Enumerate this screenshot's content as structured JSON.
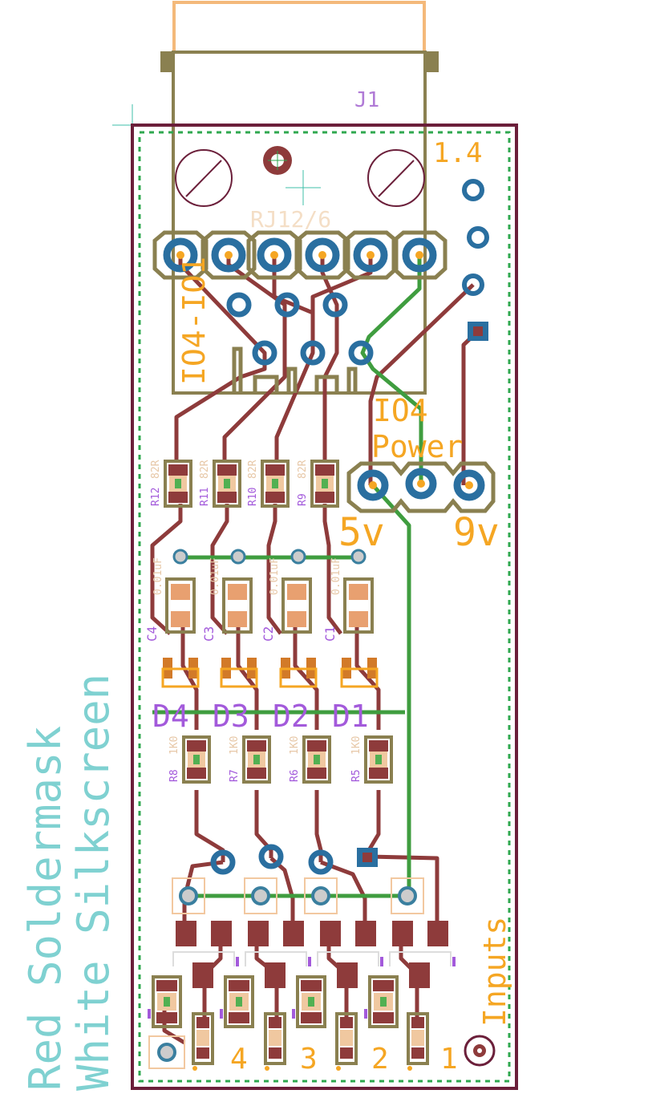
{
  "labels": {
    "j1": "J1",
    "rj": "RJ12/6",
    "v14": "1.4",
    "io_range": "IO4-IO1",
    "io4_power": "IO4\nPower",
    "io4": "IO4",
    "power": "Power",
    "v5": "5v",
    "v9": "9v",
    "d4": "D4",
    "d3": "D3",
    "d2": "D2",
    "d1": "D1",
    "n4": "4",
    "n3": "3",
    "n2": "2",
    "n1": "1",
    "inputs": "Inputs",
    "soldermask": "Red Soldermask",
    "silkscreen": "White Silkscreen"
  },
  "resistors_top": [
    {
      "name": "R12",
      "value": "82R"
    },
    {
      "name": "R11",
      "value": "82R"
    },
    {
      "name": "R10",
      "value": "82R"
    },
    {
      "name": "R9",
      "value": "82R"
    }
  ],
  "capacitors": [
    {
      "name": "C4",
      "value": "0.01uF"
    },
    {
      "name": "C3",
      "value": "0.01uF"
    },
    {
      "name": "C2",
      "value": "0.01uF"
    },
    {
      "name": "C1",
      "value": "0.01uF"
    }
  ],
  "resistors_mid": [
    {
      "name": "R8",
      "value": "1K0"
    },
    {
      "name": "R7",
      "value": "1K0"
    },
    {
      "name": "R6",
      "value": "1K0"
    },
    {
      "name": "R5",
      "value": "1K0"
    }
  ],
  "colors": {
    "board_outline": "#6b1f3a",
    "keepout": "#2fa84f",
    "copper_top": "#8e3b3b",
    "copper_bottom": "#3f9d3f",
    "pad": "#2a6fa0",
    "silk": "#f5a623",
    "part_outline": "#8a8050",
    "name_text": "#a35adb",
    "value_text": "#e7c8a8",
    "side_text": "#7fd1d1"
  }
}
